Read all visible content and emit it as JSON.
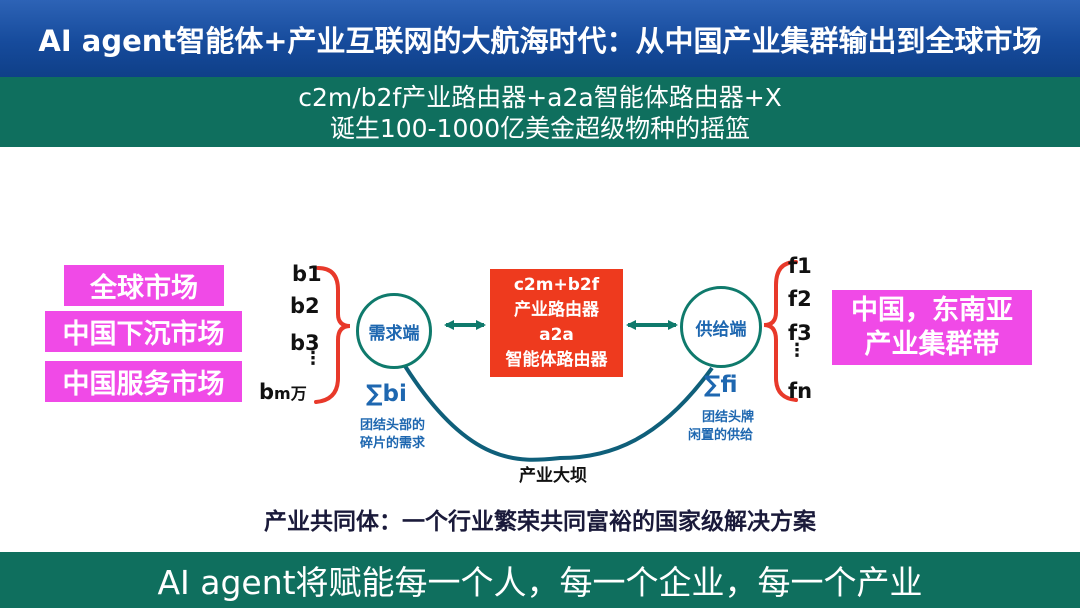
{
  "header": {
    "title": "AI agent智能体+产业互联网的大航海时代：从中国产业集群输出到全球市场"
  },
  "subtitle": {
    "line1": "c2m/b2f产业路由器+a2a智能体路由器+X",
    "line2": "诞生100-1000亿美金超级物种的摇篮"
  },
  "left_markets": [
    "全球市场",
    "中国下沉市场",
    "中国服务市场"
  ],
  "demand_items": [
    "b1",
    "b2",
    "b3",
    "⋮"
  ],
  "demand_last": {
    "main": "b",
    "sub": "m万"
  },
  "demand_node": {
    "label": "需求端",
    "sum": "∑bi",
    "desc1": "团结头部的",
    "desc2": "碎片的需求"
  },
  "router": {
    "lines": [
      "c2m+b2f",
      "产业路由器",
      "a2a",
      "智能体路由器"
    ]
  },
  "supply_node": {
    "label": "供给端",
    "sum": "∑fi",
    "desc1": "团结头牌",
    "desc2": "闲置的供给"
  },
  "supply_items": [
    "f1",
    "f2",
    "f3",
    "⋮",
    "fn"
  ],
  "right_market": {
    "line1": "中国，东南亚",
    "line2": "产业集群带"
  },
  "dam_label": "产业大坝",
  "community": "产业共同体：一个行业繁荣共同富裕的国家级解决方案",
  "footer": "AI agent将赋能每一个人，每一个企业，每一个产业",
  "colors": {
    "header_blue": "#164b9c",
    "band_green": "#0f6f5e",
    "pink": "#f04ae7",
    "router_red": "#ee3a1e",
    "brace_red": "#e8392a",
    "node_text_blue": "#1e67b0",
    "circle_green": "#0f7a6c"
  }
}
